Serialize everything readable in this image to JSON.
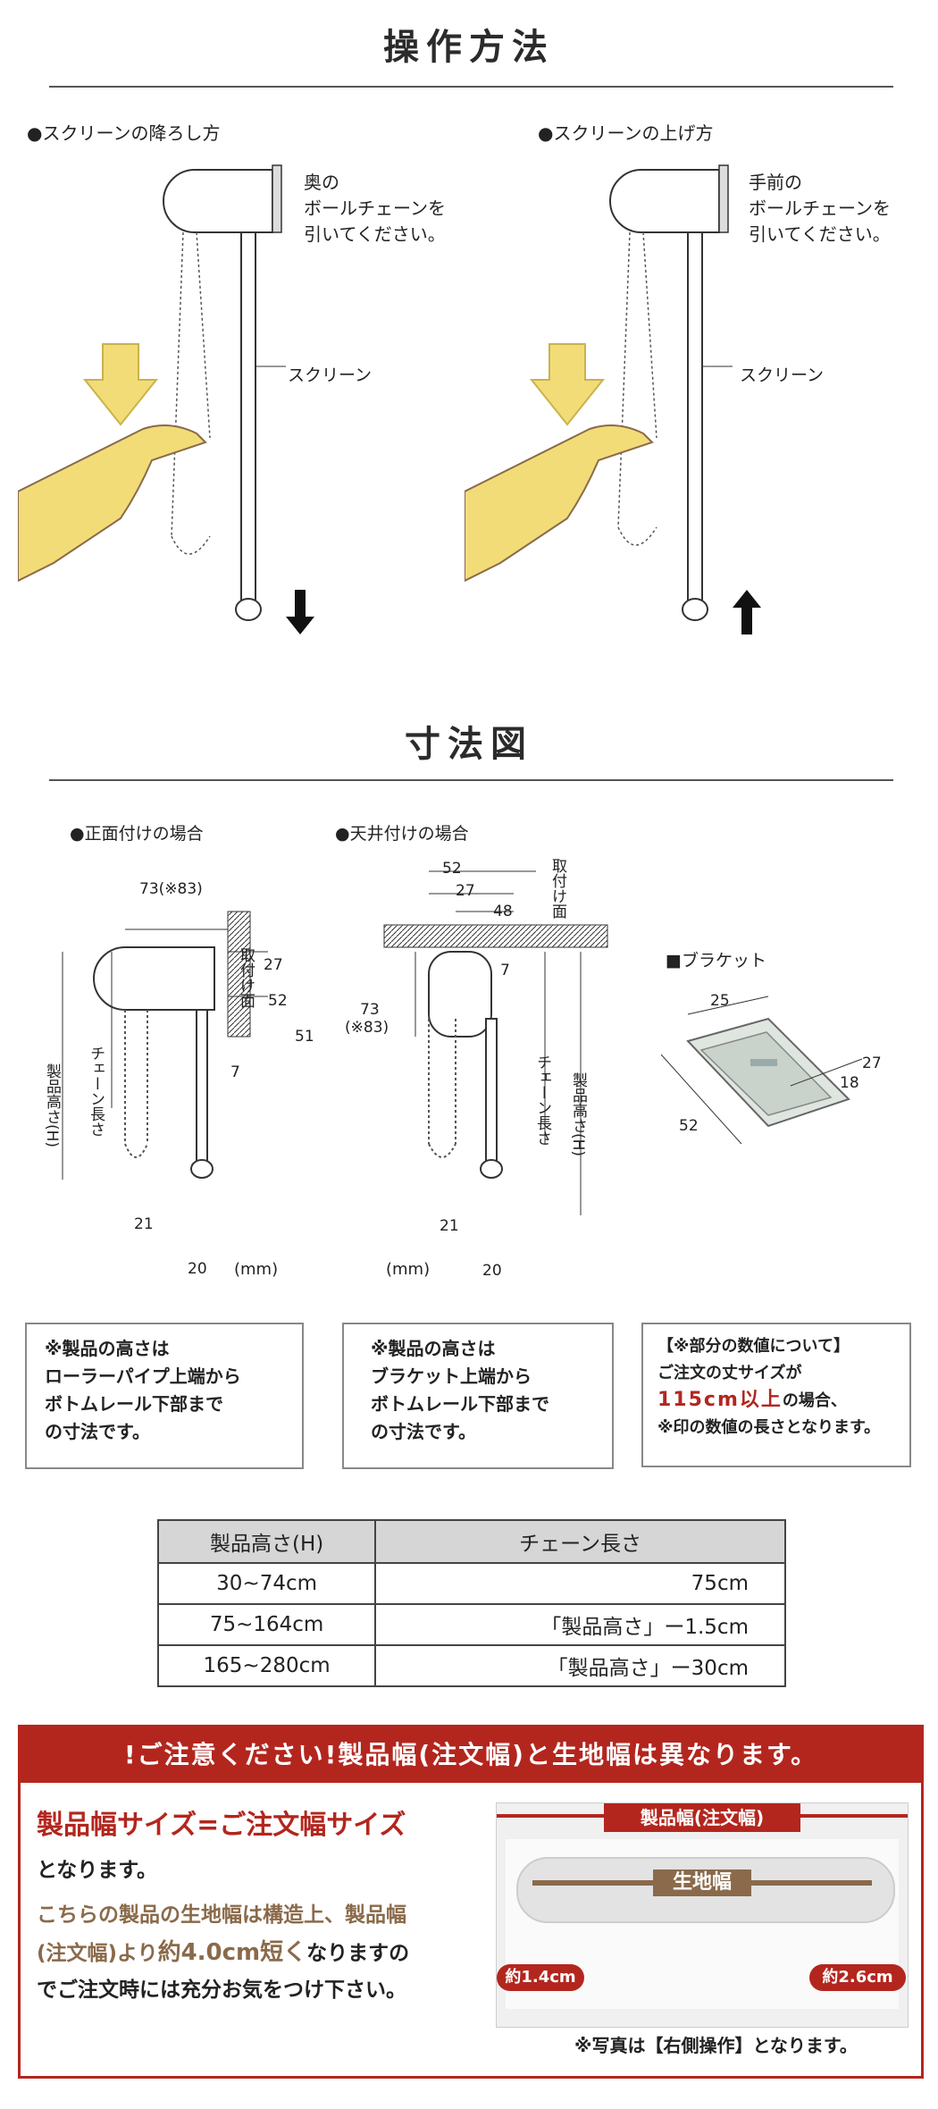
{
  "section1": {
    "title": "操作方法"
  },
  "lower": {
    "heading": "●スクリーンの降ろし方",
    "note": [
      "奥の",
      "ボールチェーンを",
      "引いてください。"
    ],
    "screen_label": "スクリーン"
  },
  "raise": {
    "heading": "●スクリーンの上げ方",
    "note": [
      "手前の",
      "ボールチェーンを",
      "引いてください。"
    ],
    "screen_label": "スクリーン"
  },
  "section2": {
    "title": "寸法図"
  },
  "front": {
    "heading": "●正面付けの場合",
    "mount_label": "取付け面",
    "dim_top": "73(※83)",
    "d27": "27",
    "d52": "52",
    "d51": "51",
    "d7": "7",
    "d21": "21",
    "d20": "20",
    "height_label": "製品高さ(H)",
    "chain_label": "チェーン長さ",
    "unit": "(mm)"
  },
  "ceiling": {
    "heading": "●天井付けの場合",
    "mount_label": "取付け面",
    "d52": "52",
    "d27": "27",
    "d48": "48",
    "d7": "7",
    "d73": "73",
    "d83": "(※83)",
    "d21": "21",
    "d20": "20",
    "height_label": "製品高さ(H)",
    "chain_label": "チェーン長さ",
    "unit": "(mm)"
  },
  "bracket": {
    "heading": "■ブラケット",
    "d25": "25",
    "d27": "27",
    "d18": "18",
    "d52": "52"
  },
  "notes": {
    "n1": [
      "※製品の高さは",
      "ローラーパイプ上端から",
      "ボトムレール下部まで",
      "の寸法です。"
    ],
    "n2": [
      "※製品の高さは",
      "ブラケット上端から",
      "ボトムレール下部まで",
      "の寸法です。"
    ],
    "n3": {
      "l1": "【※部分の数値について】",
      "l2": "ご注文の丈サイズが",
      "l3_red": "115cm以上",
      "l3_rest": "の場合、",
      "l4": "※印の数値の長さとなります。"
    }
  },
  "table": {
    "headers": [
      "製品高さ(H)",
      "チェーン長さ"
    ],
    "rows": [
      [
        "30~74cm",
        "75cm"
      ],
      [
        "75~164cm",
        "「製品高さ」ー1.5cm"
      ],
      [
        "165~280cm",
        "「製品高さ」ー30cm"
      ]
    ]
  },
  "warning": {
    "headline": "!ご注意ください!製品幅(注文幅)と生地幅は異なります。",
    "main": "製品幅サイズ=ご注文幅サイズ",
    "sub": "となります。",
    "body1": "こちらの製品の生地幅は構造上、製品幅",
    "body2a": "(注文幅)より",
    "body2b": "約4.0cm短く",
    "body2c": "なりますの",
    "body3": "でご注文時には充分お気をつけ下さい。",
    "photo_width_label": "製品幅(注文幅)",
    "photo_fabric_label": "生地幅",
    "left_gap": "約1.4cm",
    "right_gap": "約2.6cm",
    "photo_note": "※写真は【右側操作】となります。"
  },
  "colors": {
    "accent_red": "#b3261e",
    "arrow_yellow": "#f2dc78",
    "brown": "#8a6a4a",
    "dark": "#2b2b2b"
  }
}
